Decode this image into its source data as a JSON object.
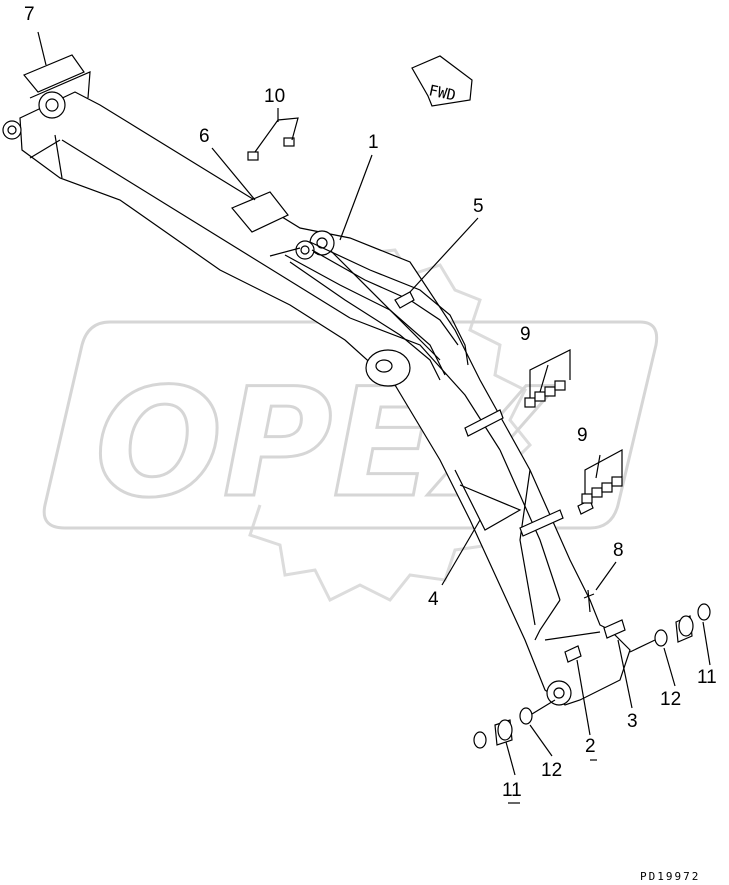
{
  "watermark": {
    "text": "OPEX"
  },
  "drawing": {
    "code": "PD19972",
    "fwd_label": "FWD"
  },
  "callouts": [
    {
      "id": "c1",
      "label": "1"
    },
    {
      "id": "c2",
      "label": "2"
    },
    {
      "id": "c3",
      "label": "3"
    },
    {
      "id": "c4",
      "label": "4"
    },
    {
      "id": "c5",
      "label": "5"
    },
    {
      "id": "c6",
      "label": "6"
    },
    {
      "id": "c7",
      "label": "7"
    },
    {
      "id": "c8",
      "label": "8"
    },
    {
      "id": "c9a",
      "label": "9"
    },
    {
      "id": "c9b",
      "label": "9"
    },
    {
      "id": "c10",
      "label": "10"
    },
    {
      "id": "c11a",
      "label": "11"
    },
    {
      "id": "c11b",
      "label": "11"
    },
    {
      "id": "c12a",
      "label": "12"
    },
    {
      "id": "c12b",
      "label": "12"
    }
  ]
}
